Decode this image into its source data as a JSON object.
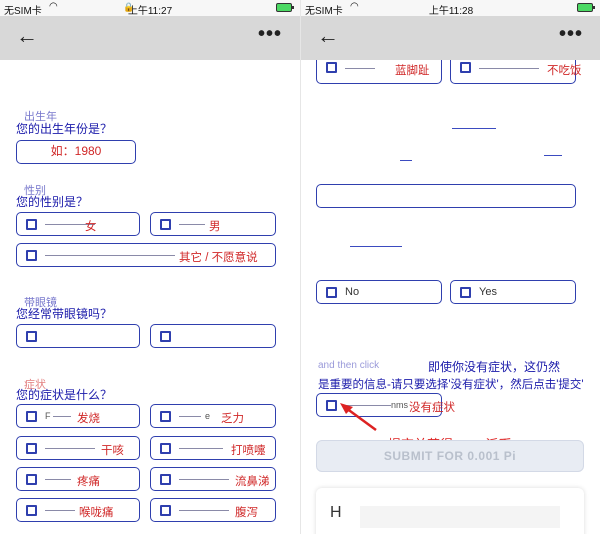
{
  "status_left": {
    "carrier": "无SIM卡",
    "time": "上午11:27"
  },
  "status_right": {
    "carrier": "无SIM卡",
    "time": "上午11:28"
  },
  "appbar": {
    "back": "←",
    "more": "•••"
  },
  "birth_year": {
    "question_ghost": "出生年",
    "question": "您的出生年份是？",
    "placeholder": "如：1980"
  },
  "gender": {
    "question_ghost": "性别",
    "question": "您的性别是？",
    "options": [
      "女",
      "男",
      "其它 / 不愿意说"
    ]
  },
  "glasses": {
    "question_ghost": "带眼镜",
    "question": "您经常带眼镜吗？"
  },
  "symptoms_left": {
    "question_ghost": "症状",
    "question": "您的症状是什么？",
    "options": [
      "发烧",
      "乏力",
      "干咳",
      "打喷嚏",
      "疼痛",
      "流鼻涕",
      "喉咙痛",
      "腹泻"
    ],
    "ghost_prefixes": [
      "F",
      "e"
    ]
  },
  "symptoms_right_top": [
    "蓝脚趾",
    "不吃饭"
  ],
  "yes_no": {
    "no": "No",
    "yes": "Yes"
  },
  "note": {
    "line1_ghost": "and then click",
    "line1": "即使你没有症状，这仍然",
    "line2": "是重要的信息-请只要选择'没有症状'，然后点击'提交'"
  },
  "no_symptom": {
    "ghost": "nms",
    "label": "没有症状"
  },
  "annotation": "提交并获得0.001派币",
  "submit": "SUBMIT FOR 0.001 Pi",
  "card": {
    "letter": "H"
  }
}
